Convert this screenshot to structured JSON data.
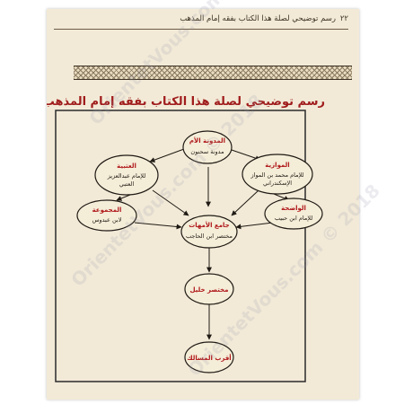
{
  "page": {
    "page_number": "٢٢",
    "running_title": "رسم توضيحي لصلة هذا الكتاب بفقه إمام المذهب",
    "section_title": "رسم توضيحي لصلة هذا الكتاب بفقه إمام المذهب"
  },
  "diagram": {
    "nodes": [
      {
        "id": "mudawwana",
        "title": "المدونة الأم",
        "lines": [
          "مدونة سحنون"
        ]
      },
      {
        "id": "utbiyya",
        "title": "العتبية",
        "lines": [
          "للإمام عبدالعزيز",
          "العتبي"
        ]
      },
      {
        "id": "mawwaziyya",
        "title": "الموازية",
        "lines": [
          "للإمام محمد بن المواز",
          "الإسكندراني"
        ]
      },
      {
        "id": "majmuua",
        "title": "المجموعة",
        "lines": [
          "لابن عبدوس"
        ]
      },
      {
        "id": "wadiha",
        "title": "الواضحة",
        "lines": [
          "للإمام ابن حبيب"
        ]
      },
      {
        "id": "jami",
        "title": "جامع الأمهات",
        "lines": [
          "مختصر ابن الحاجب"
        ]
      },
      {
        "id": "mukhtasar",
        "title": "مختصر خليل",
        "lines": []
      },
      {
        "id": "aqrab",
        "title": "أقرب المسالك",
        "lines": []
      }
    ]
  },
  "watermark": {
    "text": "OrientetVous.com © 2018"
  }
}
